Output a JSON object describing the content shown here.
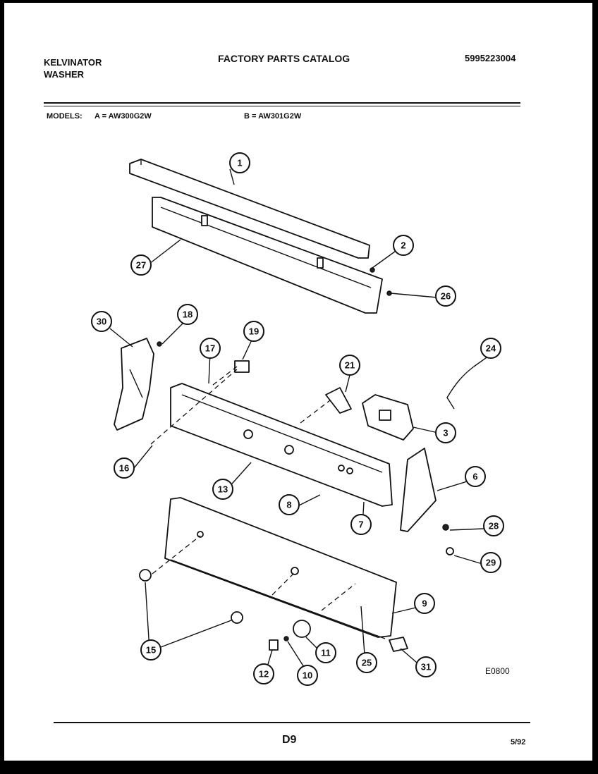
{
  "header": {
    "brand": "KELVINATOR",
    "product": "WASHER",
    "catalog_title": "FACTORY PARTS CATALOG",
    "catalog_number": "5995223004",
    "models_label": "MODELS:",
    "model_a": "A = AW300G2W",
    "model_b": "B =  AW301G2W"
  },
  "diagram": {
    "drawing_code": "E0800",
    "callouts": [
      "1",
      "2",
      "27",
      "26",
      "30",
      "18",
      "19",
      "17",
      "21",
      "24",
      "3",
      "16",
      "13",
      "6",
      "8",
      "7",
      "28",
      "29",
      "9",
      "15",
      "11",
      "25",
      "31",
      "12",
      "10"
    ]
  },
  "footer": {
    "page_number": "D9",
    "date": "5/92"
  }
}
